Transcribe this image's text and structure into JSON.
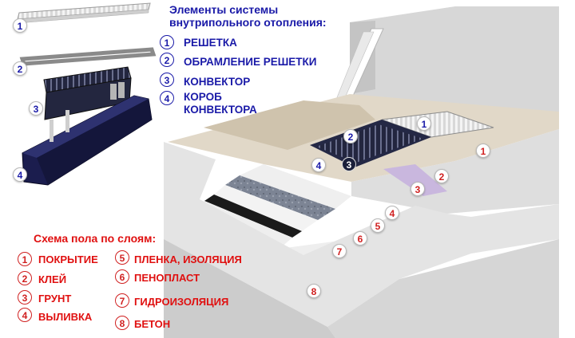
{
  "system_title_line1": "Элементы системы",
  "system_title_line2": "внутрипольного отопления:",
  "components": [
    {
      "num": "1",
      "label": "РЕШЕТКА"
    },
    {
      "num": "2",
      "label": "ОБРАМЛЕНИЕ РЕШЕТКИ"
    },
    {
      "num": "3",
      "label": "КОНВЕКТОР"
    },
    {
      "num": "4",
      "label_line1": "КОРОБ",
      "label_line2": "КОНВЕКТОРА"
    }
  ],
  "floor_title": "Схема пола по слоям:",
  "layers": [
    {
      "num": "1",
      "label": "ПОКРЫТИЕ"
    },
    {
      "num": "2",
      "label": "КЛЕЙ"
    },
    {
      "num": "3",
      "label": "ГРУНТ"
    },
    {
      "num": "4",
      "label": "ВЫЛИВКА"
    },
    {
      "num": "5",
      "label": "ПЛЕНКА, ИЗОЛЯЦИЯ"
    },
    {
      "num": "6",
      "label": "ПЕНОПЛАСТ"
    },
    {
      "num": "7",
      "label": "ГИДРОИЗОЛЯЦИЯ"
    },
    {
      "num": "8",
      "label": "БЕТОН"
    }
  ],
  "exploded_markers": [
    "1",
    "2",
    "3",
    "4"
  ],
  "scene_markers": [
    "1",
    "2",
    "3",
    "4",
    "5",
    "6",
    "7",
    "8",
    "1",
    "2",
    "3",
    "4"
  ],
  "colors": {
    "title_blue": "#1a1aa8",
    "layer_red": "#e01010",
    "box_navy": "#1b1d4e"
  }
}
